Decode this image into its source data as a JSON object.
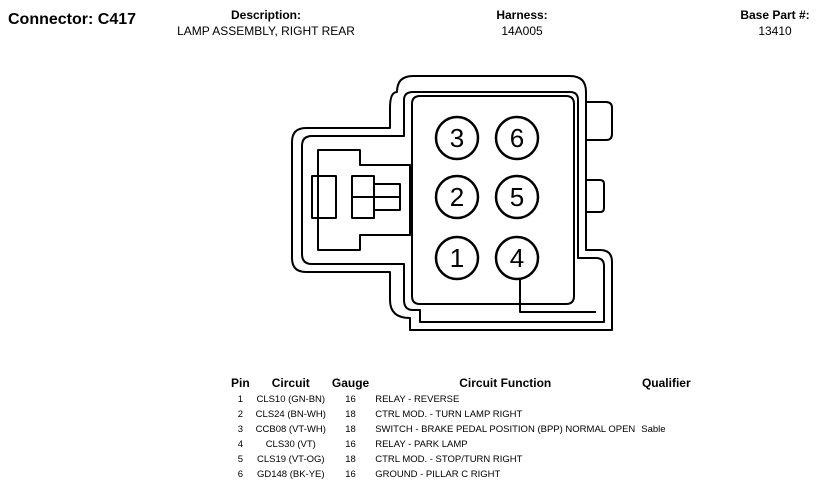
{
  "header": {
    "connector": "Connector: C417",
    "description_label": "Description:",
    "description": "LAMP ASSEMBLY, RIGHT REAR",
    "harness_label": "Harness:",
    "harness": "14A005",
    "base_part_label": "Base Part #:",
    "base_part": "13410"
  },
  "pin_labels": [
    "3",
    "6",
    "2",
    "5",
    "1",
    "4"
  ],
  "table": {
    "headers": [
      "Pin",
      "Circuit",
      "Gauge",
      "Circuit Function",
      "Qualifier"
    ],
    "rows": [
      [
        "1",
        "CLS10 (GN-BN)",
        "16",
        "RELAY - REVERSE",
        ""
      ],
      [
        "2",
        "CLS24 (BN-WH)",
        "18",
        "CTRL MOD. - TURN LAMP RIGHT",
        ""
      ],
      [
        "3",
        "CCB08 (VT-WH)",
        "18",
        "SWITCH - BRAKE PEDAL POSITION (BPP) NORMAL OPEN",
        "Sable"
      ],
      [
        "4",
        "CLS30 (VT)",
        "16",
        "RELAY - PARK LAMP",
        ""
      ],
      [
        "5",
        "CLS19 (VT-OG)",
        "18",
        "CTRL MOD. - STOP/TURN RIGHT",
        ""
      ],
      [
        "6",
        "GD148 (BK-YE)",
        "16",
        "GROUND - PILLAR C RIGHT",
        ""
      ]
    ]
  }
}
